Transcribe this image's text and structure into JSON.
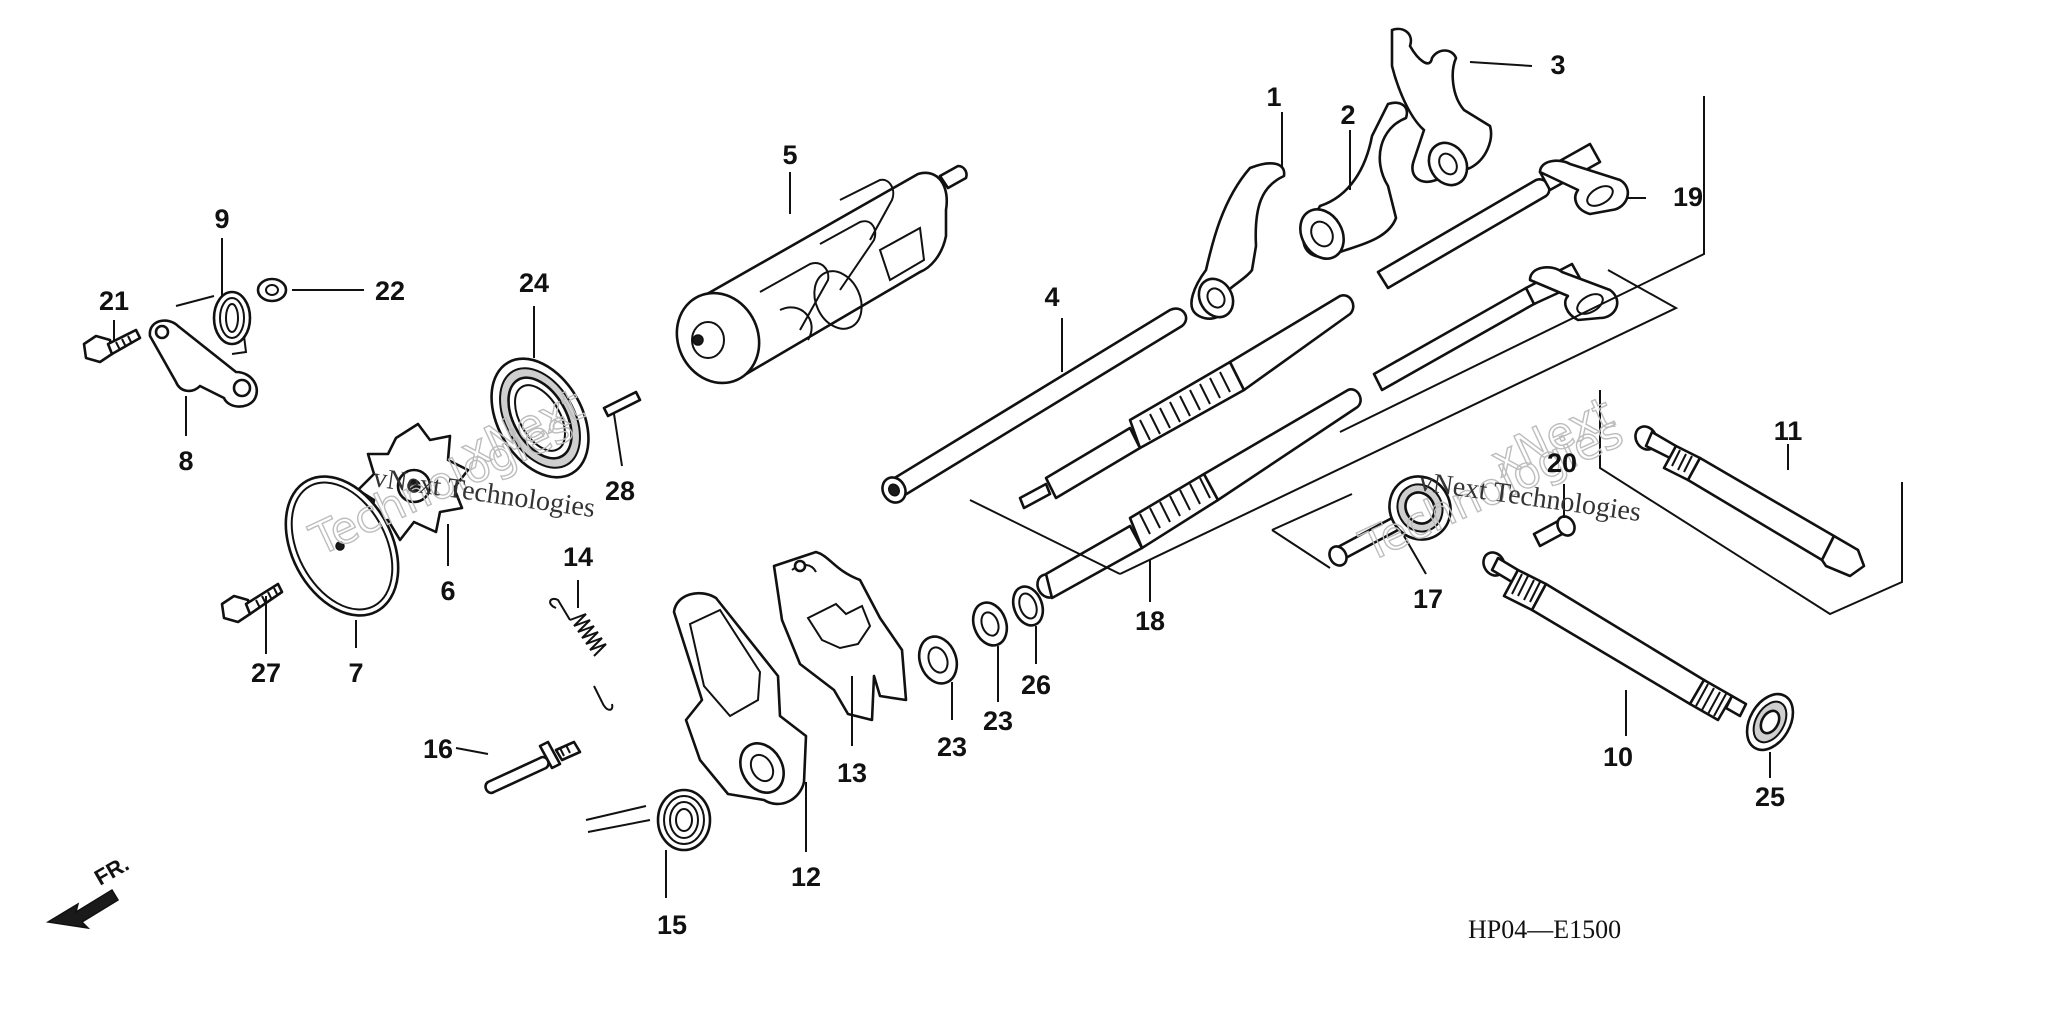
{
  "diagram": {
    "code": "HP04—E1500",
    "direction_label": "FR.",
    "watermark": {
      "line1": "vNext Technologies",
      "line2": "Technologies",
      "line3": "xNext"
    },
    "callouts": [
      {
        "id": "1",
        "label": "1"
      },
      {
        "id": "2",
        "label": "2"
      },
      {
        "id": "3",
        "label": "3"
      },
      {
        "id": "4",
        "label": "4"
      },
      {
        "id": "5",
        "label": "5"
      },
      {
        "id": "6",
        "label": "6"
      },
      {
        "id": "7",
        "label": "7"
      },
      {
        "id": "8",
        "label": "8"
      },
      {
        "id": "9",
        "label": "9"
      },
      {
        "id": "10",
        "label": "10"
      },
      {
        "id": "11",
        "label": "11"
      },
      {
        "id": "12",
        "label": "12"
      },
      {
        "id": "13",
        "label": "13"
      },
      {
        "id": "14",
        "label": "14"
      },
      {
        "id": "15",
        "label": "15"
      },
      {
        "id": "16",
        "label": "16"
      },
      {
        "id": "17",
        "label": "17"
      },
      {
        "id": "18",
        "label": "18"
      },
      {
        "id": "19",
        "label": "19"
      },
      {
        "id": "20",
        "label": "20"
      },
      {
        "id": "21",
        "label": "21"
      },
      {
        "id": "22",
        "label": "22"
      },
      {
        "id": "23a",
        "label": "23"
      },
      {
        "id": "23b",
        "label": "23"
      },
      {
        "id": "24",
        "label": "24"
      },
      {
        "id": "25",
        "label": "25"
      },
      {
        "id": "26",
        "label": "26"
      },
      {
        "id": "27",
        "label": "27"
      },
      {
        "id": "28",
        "label": "28"
      }
    ]
  }
}
